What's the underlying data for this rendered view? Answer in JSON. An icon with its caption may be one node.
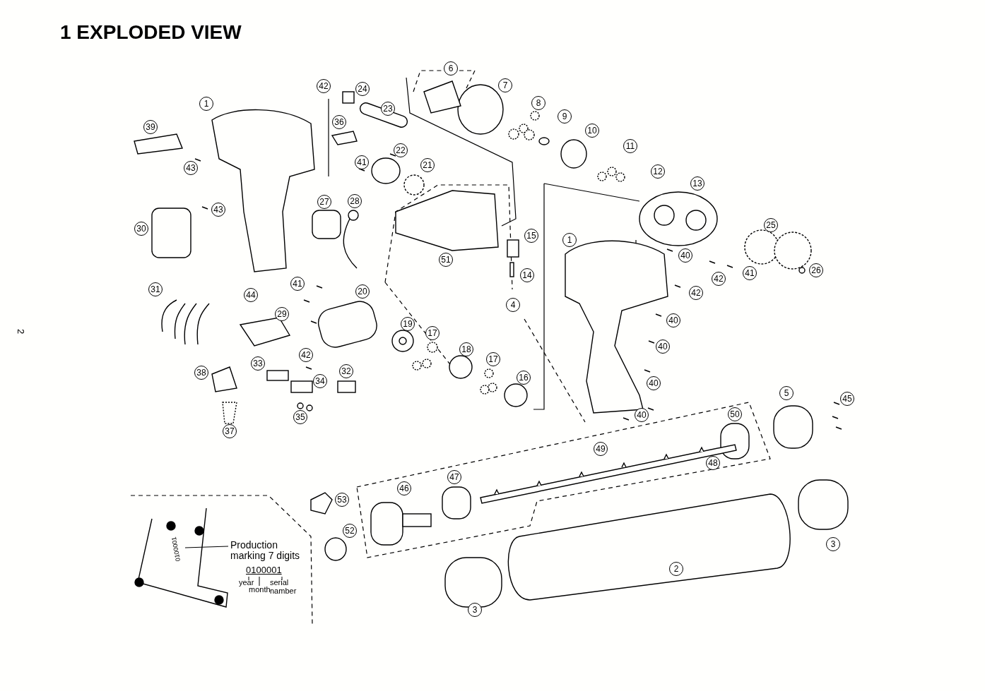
{
  "diagram": {
    "title": "1 EXPLODED VIEW",
    "nodes": [
      {
        "text": [
          "Production marking 7 digits"
        ]
      },
      {
        "text": [
          "0100001"
        ]
      }
    ],
    "edges": [
      {
        "from": 0,
        "to": 1,
        "arrow": "none"
      }
    ],
    "labels": [
      "6",
      "42",
      "24",
      "7",
      "1",
      "8",
      "23",
      "9",
      "36",
      "39",
      "10",
      "22",
      "11",
      "43",
      "41",
      "21",
      "12",
      "13",
      "27",
      "28",
      "43",
      "25",
      "30",
      "15",
      "1",
      "51",
      "40",
      "26",
      "14",
      "41",
      "42",
      "31",
      "41",
      "44",
      "20",
      "42",
      "4",
      "29",
      "40",
      "19",
      "17",
      "18",
      "40",
      "42",
      "17",
      "38",
      "33",
      "32",
      "34",
      "16",
      "40",
      "5",
      "45",
      "35",
      "40",
      "50",
      "37",
      "49",
      "48",
      "47",
      "46",
      "53",
      "52",
      "3",
      "2",
      "3",
      "2",
      "0100001",
      "year",
      "month",
      "serial namber"
    ]
  }
}
